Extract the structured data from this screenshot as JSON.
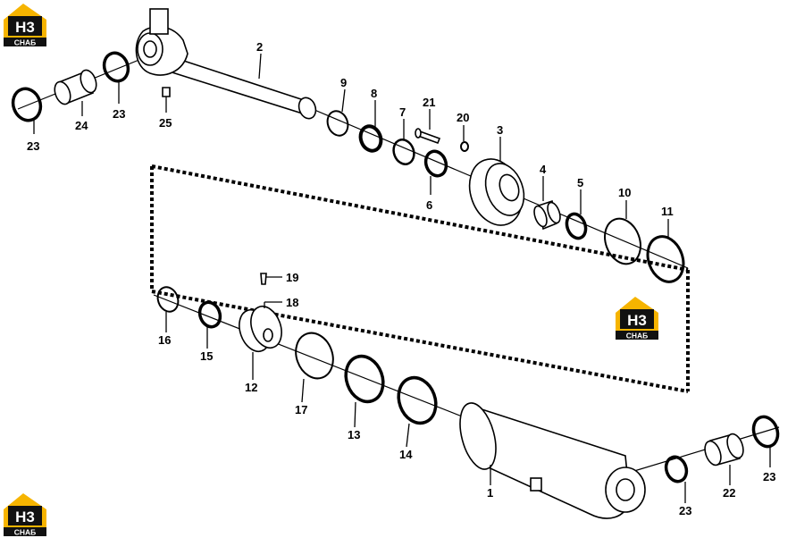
{
  "diagram": {
    "parts": [
      {
        "id": "part-1",
        "label": "1"
      },
      {
        "id": "part-2",
        "label": "2"
      },
      {
        "id": "part-3",
        "label": "3"
      },
      {
        "id": "part-4",
        "label": "4"
      },
      {
        "id": "part-5",
        "label": "5"
      },
      {
        "id": "part-6",
        "label": "6"
      },
      {
        "id": "part-7",
        "label": "7"
      },
      {
        "id": "part-8",
        "label": "8"
      },
      {
        "id": "part-9",
        "label": "9"
      },
      {
        "id": "part-10",
        "label": "10"
      },
      {
        "id": "part-11",
        "label": "11"
      },
      {
        "id": "part-12",
        "label": "12"
      },
      {
        "id": "part-13",
        "label": "13"
      },
      {
        "id": "part-14",
        "label": "14"
      },
      {
        "id": "part-15",
        "label": "15"
      },
      {
        "id": "part-16",
        "label": "16"
      },
      {
        "id": "part-17",
        "label": "17"
      },
      {
        "id": "part-18",
        "label": "18"
      },
      {
        "id": "part-19",
        "label": "19"
      },
      {
        "id": "part-20",
        "label": "20"
      },
      {
        "id": "part-21",
        "label": "21"
      },
      {
        "id": "part-22",
        "label": "22"
      },
      {
        "id": "part-23a",
        "label": "23"
      },
      {
        "id": "part-23b",
        "label": "23"
      },
      {
        "id": "part-23c",
        "label": "23"
      },
      {
        "id": "part-23d",
        "label": "23"
      },
      {
        "id": "part-24",
        "label": "24"
      },
      {
        "id": "part-25",
        "label": "25"
      }
    ]
  },
  "logo": {
    "top_text": "H3",
    "bottom_text": "СНАБ",
    "color_yellow": "#f6b400",
    "color_dark": "#111111"
  }
}
